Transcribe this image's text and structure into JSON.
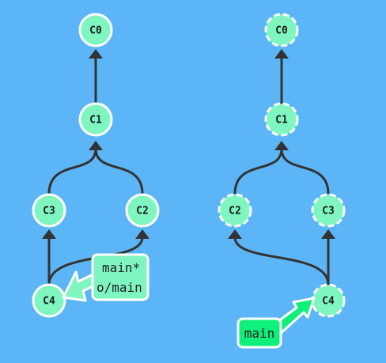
{
  "left_graph": {
    "commits": {
      "c0": "C0",
      "c1": "C1",
      "c3": "C3",
      "c2": "C2",
      "c4": "C4"
    },
    "branch_label": {
      "line1": "main*",
      "line2": "o/main"
    }
  },
  "right_graph": {
    "commits": {
      "c0": "C0",
      "c1": "C1",
      "c2": "C2",
      "c3": "C3",
      "c4": "C4"
    },
    "branch_label": {
      "line1": "main"
    }
  },
  "colors": {
    "background": "#5cb5f7",
    "commit_fill": "#7ff5c0",
    "commit_stroke": "#ffffff",
    "edge": "#333333",
    "left_branch_fill": "#7ff5c0",
    "right_branch_fill": "#0ff07a"
  }
}
